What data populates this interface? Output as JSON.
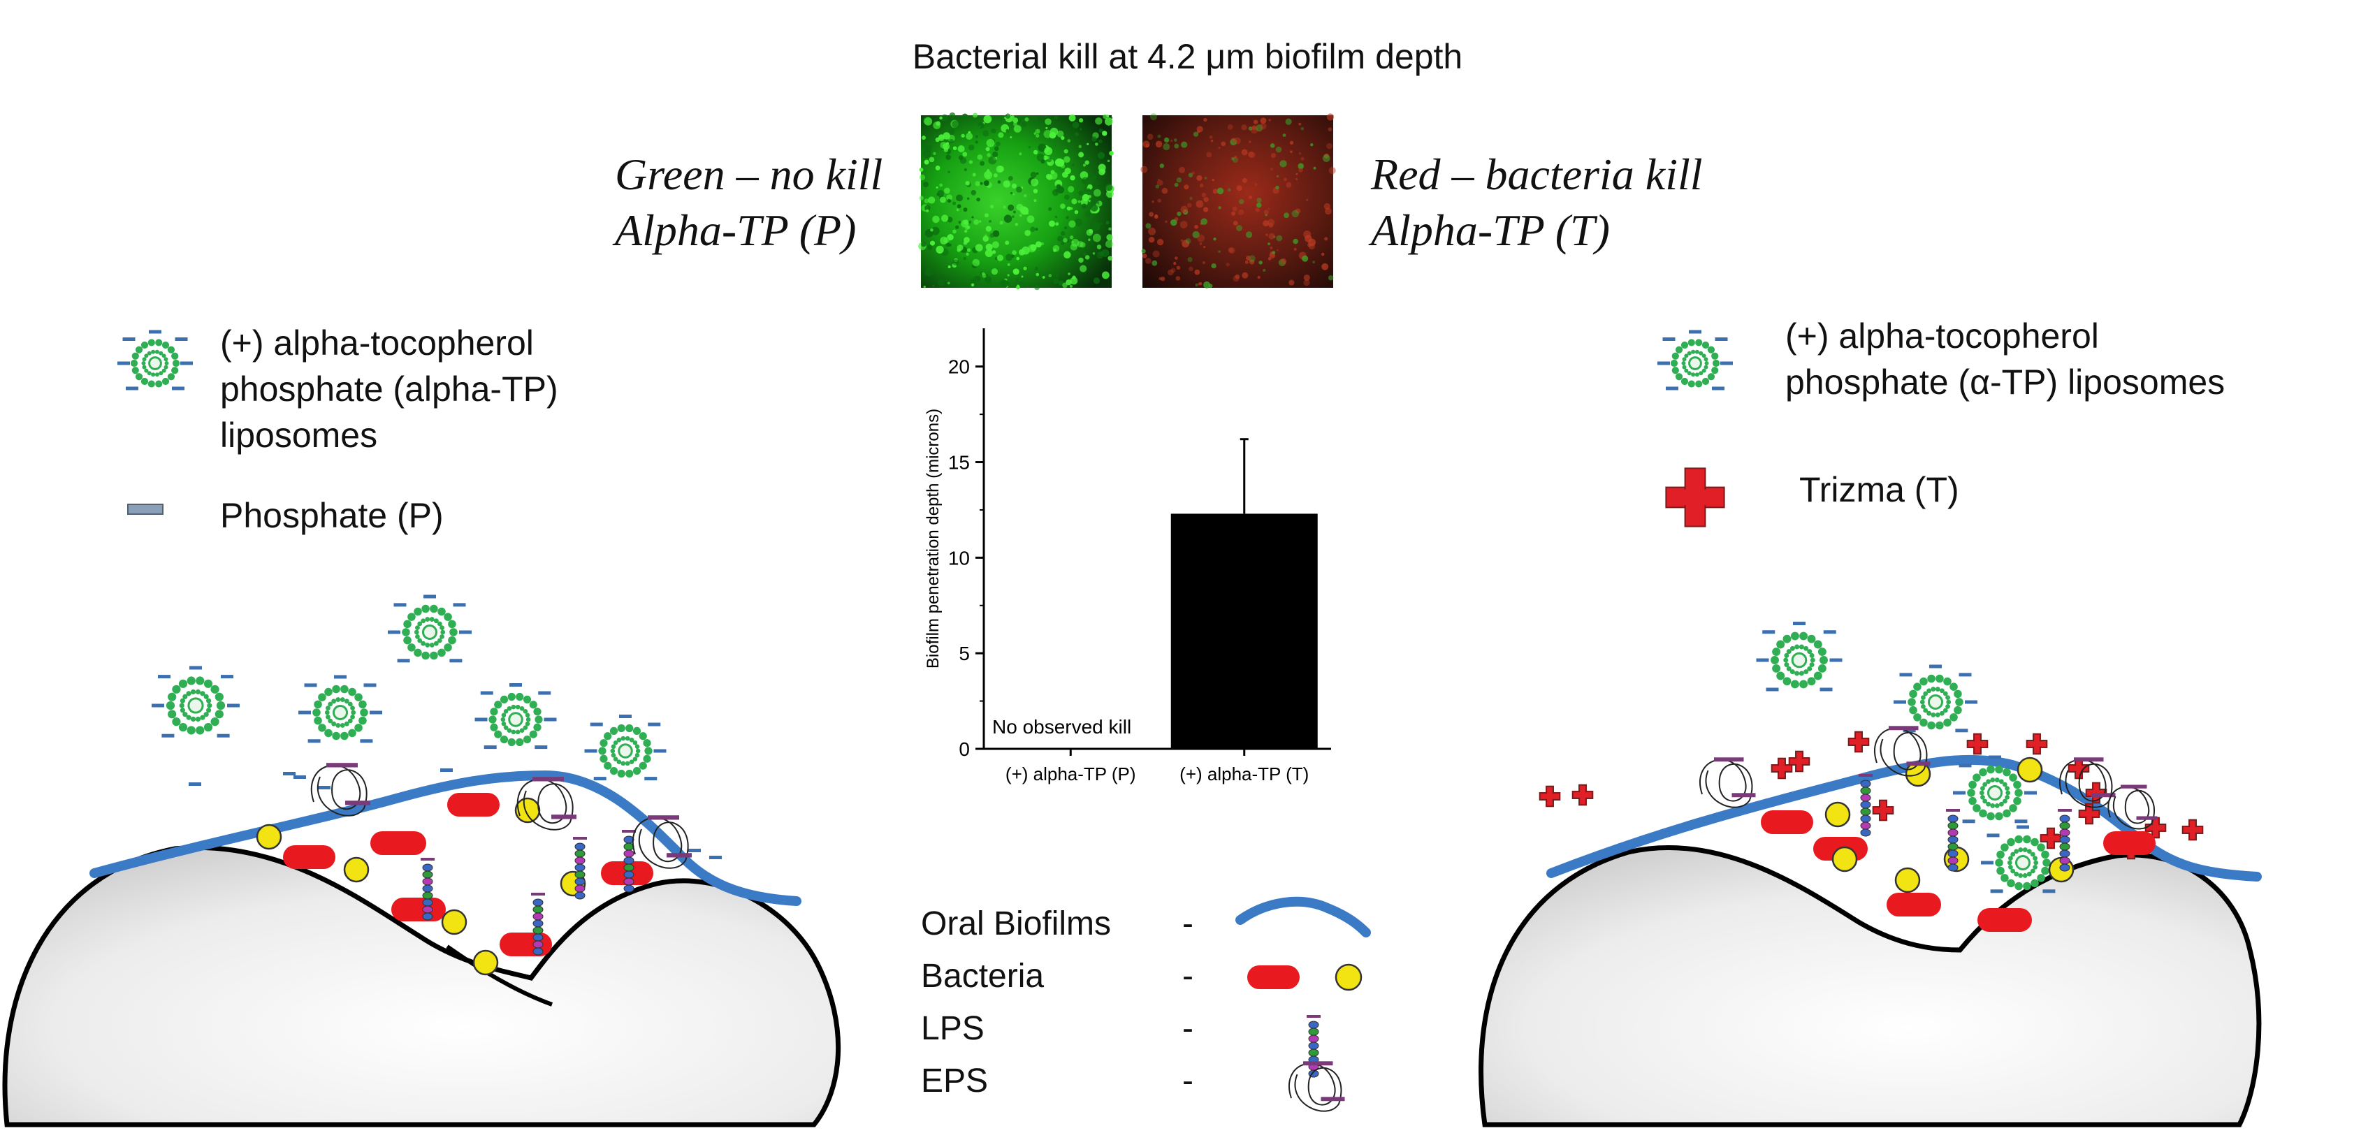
{
  "title": "Bacterial kill at 4.2 μm biofilm depth",
  "micrographs": {
    "left_caption": [
      "Green – no kill",
      "Alpha-TP (P)"
    ],
    "right_caption": [
      "Red – bacteria kill",
      "Alpha-TP (T)"
    ]
  },
  "left_key": {
    "liposome_label": [
      "(+) alpha-tocopherol",
      "phosphate (alpha-TP)",
      "liposomes"
    ],
    "phosphate_label": "Phosphate (P)"
  },
  "right_key": {
    "liposome_label": [
      "(+) alpha-tocopherol",
      "phosphate (α-TP) liposomes"
    ],
    "trizma_label": "Trizma (T)"
  },
  "legend": {
    "items": [
      {
        "label": "Oral Biofilms",
        "dash": "-"
      },
      {
        "label": "Bacteria",
        "dash": "-"
      },
      {
        "label": "LPS",
        "dash": "-"
      },
      {
        "label": "EPS",
        "dash": "-"
      }
    ]
  },
  "colors": {
    "biofilm": "#3b7bc6",
    "bacteria_rod": "#e8191f",
    "bacteria_coccus": "#f2e313",
    "liposome": "#2fae54",
    "trizma": "#e01f26",
    "bar": "#000000"
  },
  "chart_data": {
    "type": "bar",
    "categories": [
      "(+) alpha-TP (P)",
      "(+) alpha-TP (T)"
    ],
    "values": [
      0,
      12.3
    ],
    "error": [
      0,
      3.9
    ],
    "ylabel": "Biofilm penetration depth (microns)",
    "xlabel": "",
    "ylim": [
      0,
      22
    ],
    "yticks": [
      0,
      5,
      10,
      15,
      20
    ],
    "annotation": "No observed kill"
  }
}
